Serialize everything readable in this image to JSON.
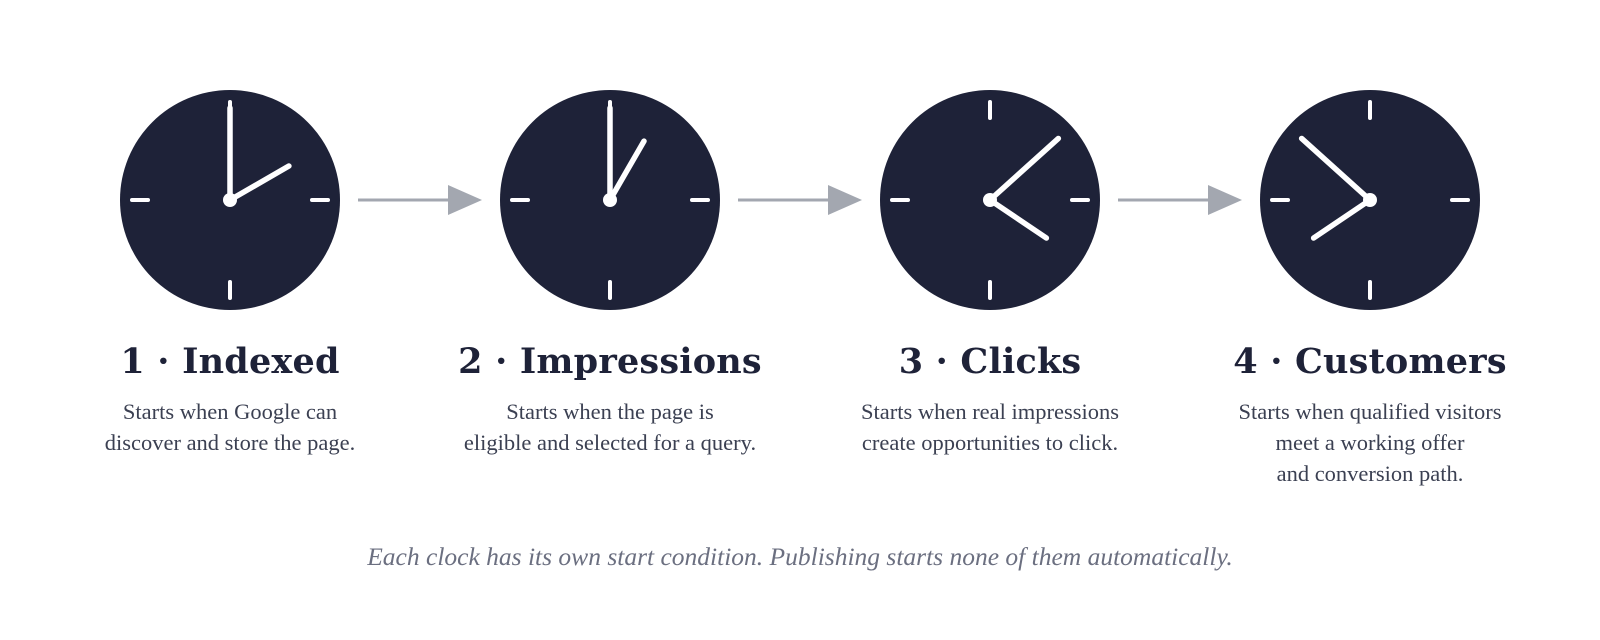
{
  "colors": {
    "clock_face": "#1e2238",
    "clock_marks": "#ffffff",
    "arrow": "#a3a7b0",
    "title": "#1e2238",
    "description": "#3b4052",
    "caption": "#6b6f80"
  },
  "steps": [
    {
      "title": "1 · Indexed",
      "description": [
        "Starts when Google can",
        "discover and store the page."
      ],
      "clock_time": "2:00"
    },
    {
      "title": "2 · Impressions",
      "description": [
        "Starts when the page is",
        "eligible and selected for a query."
      ],
      "clock_time": "1:00"
    },
    {
      "title": "3 · Clicks",
      "description": [
        "Starts when real impressions",
        "create opportunities to click."
      ],
      "clock_time": "4:08"
    },
    {
      "title": "4 · Customers",
      "description": [
        "Starts when qualified visitors",
        "meet a working offer",
        "and conversion path."
      ],
      "clock_time": "7:52"
    }
  ],
  "caption": "Each clock has its own start condition. Publishing starts none of them automatically."
}
